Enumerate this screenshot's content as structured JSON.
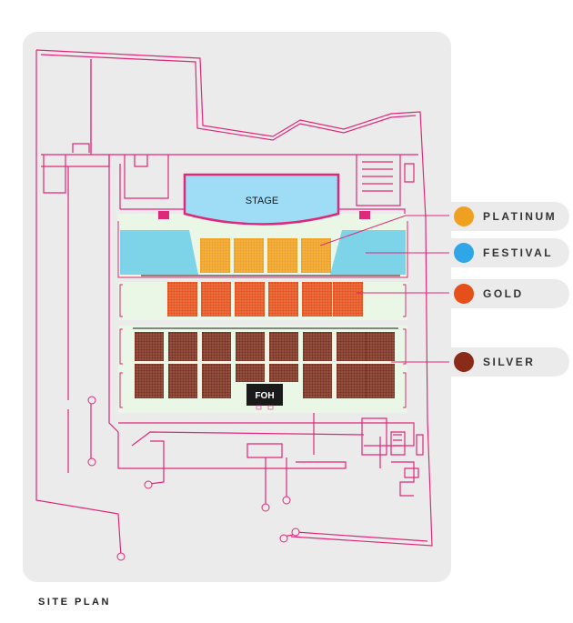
{
  "venue": {
    "stage_label": "STAGE",
    "foh_label": "FOH",
    "caption": "SITE PLAN"
  },
  "legend": {
    "platinum": {
      "label": "PLATINUM",
      "color": "#F0A020"
    },
    "festival": {
      "label": "FESTIVAL",
      "color": "#2EA6E8"
    },
    "gold": {
      "label": "GOLD",
      "color": "#E5501A"
    },
    "silver": {
      "label": "SILVER",
      "color": "#8A2A18"
    }
  },
  "colors": {
    "outline": "#E0287A",
    "stage": "#9FDDF7",
    "festival_area": "#7DD3E8",
    "zone_bg": "#EAF6E6",
    "platinum_seats": "#F0A020",
    "gold_seats": "#E5501A",
    "silver_seats": "#7A2E1C",
    "foh": "#1a1a1a"
  }
}
